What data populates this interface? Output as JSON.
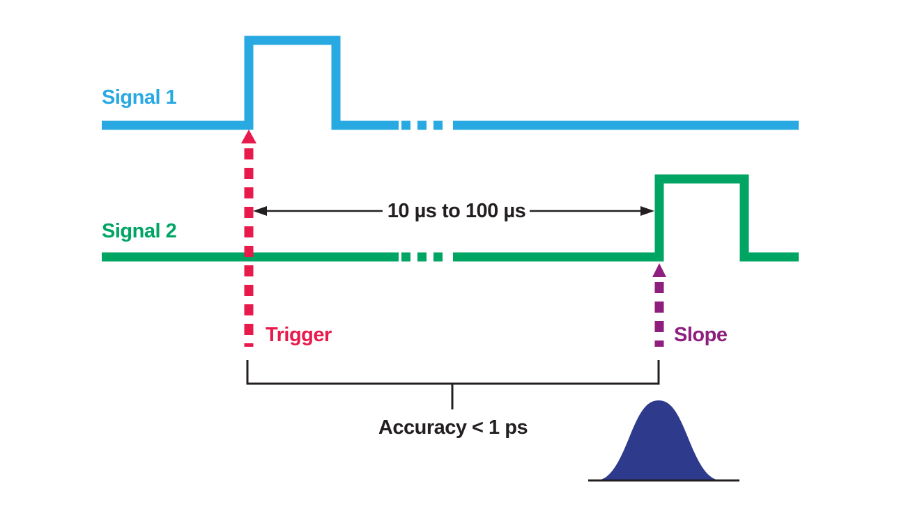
{
  "colors": {
    "background": "#FFFFFF",
    "signal1": "#29A9E2",
    "signal2": "#00A564",
    "trigger": "#E8194B",
    "slope": "#8E1F7E",
    "gaussian": "#2E3A8C",
    "line": "#231F20"
  },
  "signal1": {
    "label": "Signal 1"
  },
  "signal2": {
    "label": "Signal 2"
  },
  "trigger": {
    "label": "Trigger"
  },
  "slope": {
    "label": "Slope"
  },
  "interval": {
    "label": "10 µs to 100 µs"
  },
  "accuracy": {
    "label": "Accuracy < 1 ps"
  }
}
